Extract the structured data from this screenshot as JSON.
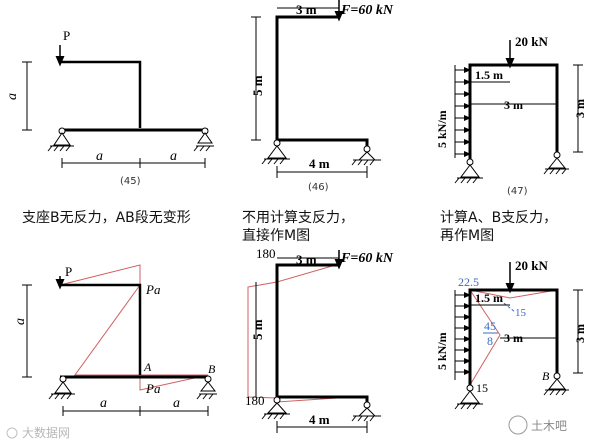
{
  "d45": {
    "number": "(45)",
    "load": "P",
    "dim_a": "a",
    "caption": "支座B无反力，AB段无变形"
  },
  "d46": {
    "number": "(46)",
    "load": "F=60 kN",
    "dim_top": "3 m",
    "dim_left": "5 m",
    "dim_bottom": "4 m",
    "caption_line1": "不用计算支反力，",
    "caption_line2": "直接作M图"
  },
  "d47": {
    "number": "(47)",
    "load": "20 kN",
    "udl": "5 kN/m",
    "dim_a": "1.5 m",
    "dim_b": "3 m",
    "dim_c": "3 m",
    "caption_line1": "计算A、B支反力，",
    "caption_line2": "再作M图"
  },
  "s45": {
    "load": "P",
    "pa": "Pa",
    "joint_a": "A",
    "joint_b": "B",
    "dim_a": "a"
  },
  "s46": {
    "load": "F=60 kN",
    "dim_top": "3 m",
    "dim_left": "5 m",
    "dim_bottom": "4 m",
    "m_top": "180",
    "m_bottom": "180"
  },
  "s47": {
    "load": "20 kN",
    "udl": "5 kN/m",
    "dim_a": "1.5 m",
    "dim_b": "3 m",
    "dim_c": "3 m",
    "m_corner": "22.5",
    "m_beam": "15",
    "m_mid_num": "45",
    "m_mid_den": "8",
    "reaction": "15",
    "joint_b": "B"
  },
  "watermarks": {
    "left": "大数据网",
    "right": "土木吧"
  },
  "colors": {
    "moment_line": "#d06060",
    "annotation_blue": "#3a6bc4",
    "structure": "#000000"
  }
}
